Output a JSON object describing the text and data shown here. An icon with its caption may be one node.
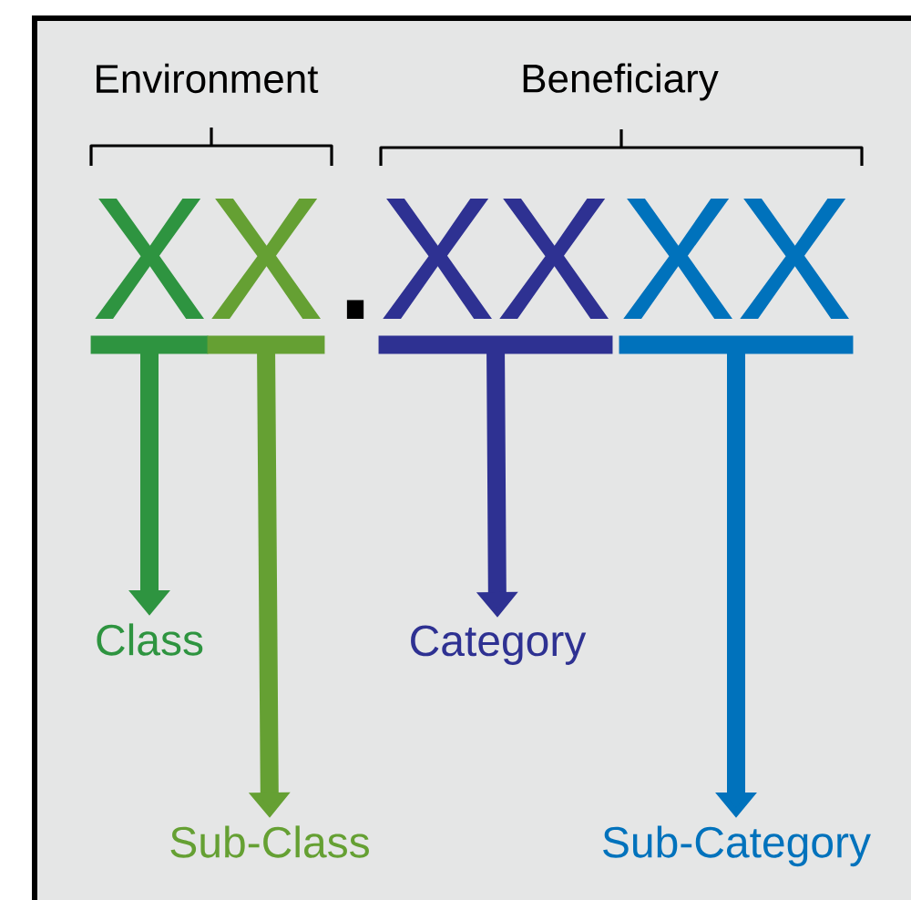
{
  "diagram": {
    "nodes": [
      {
        "text": [
          "X"
        ]
      },
      {
        "text": [
          "X"
        ]
      },
      {
        "text": [
          "XX"
        ]
      },
      {
        "text": [
          "XX"
        ]
      },
      {
        "text": [
          "Class"
        ]
      },
      {
        "text": [
          "Sub-Class"
        ]
      },
      {
        "text": [
          "Category"
        ]
      },
      {
        "text": [
          "Sub-Category"
        ]
      }
    ],
    "edges": [
      {
        "from": 0,
        "to": 4,
        "arrow": "to",
        "color": "#2e9440"
      },
      {
        "from": 1,
        "to": 5,
        "arrow": "to",
        "color": "#65a033"
      },
      {
        "from": 2,
        "to": 6,
        "arrow": "to",
        "color": "#2e3192"
      },
      {
        "from": 3,
        "to": 7,
        "arrow": "to",
        "color": "#0072bc"
      }
    ],
    "labels": [
      "Environment",
      "Beneficiary",
      "."
    ]
  }
}
